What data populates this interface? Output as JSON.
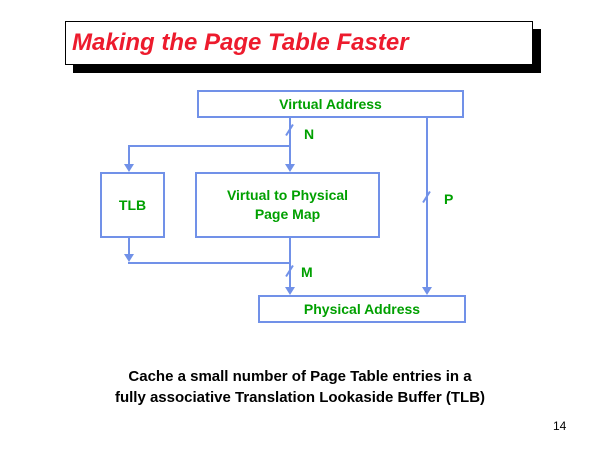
{
  "slide": {
    "title": "Making the Page Table Faster",
    "caption": {
      "line1": "Cache a small number of Page Table entries in a",
      "line2": "fully associative Translation Lookaside Buffer (TLB)"
    },
    "page_number": "14"
  },
  "diagram": {
    "boxes": {
      "virtual_address": "Virtual Address",
      "tlb": "TLB",
      "page_map": {
        "line1": "Virtual to Physical",
        "line2": "Page Map"
      },
      "physical_address": "Physical Address"
    },
    "bus_labels": {
      "n": "N",
      "m": "M",
      "p": "P"
    }
  },
  "colors": {
    "title_red": "#ed1b2d",
    "label_green": "#00a000",
    "line_blue": "#7191e8",
    "caption_black": "#000000"
  }
}
